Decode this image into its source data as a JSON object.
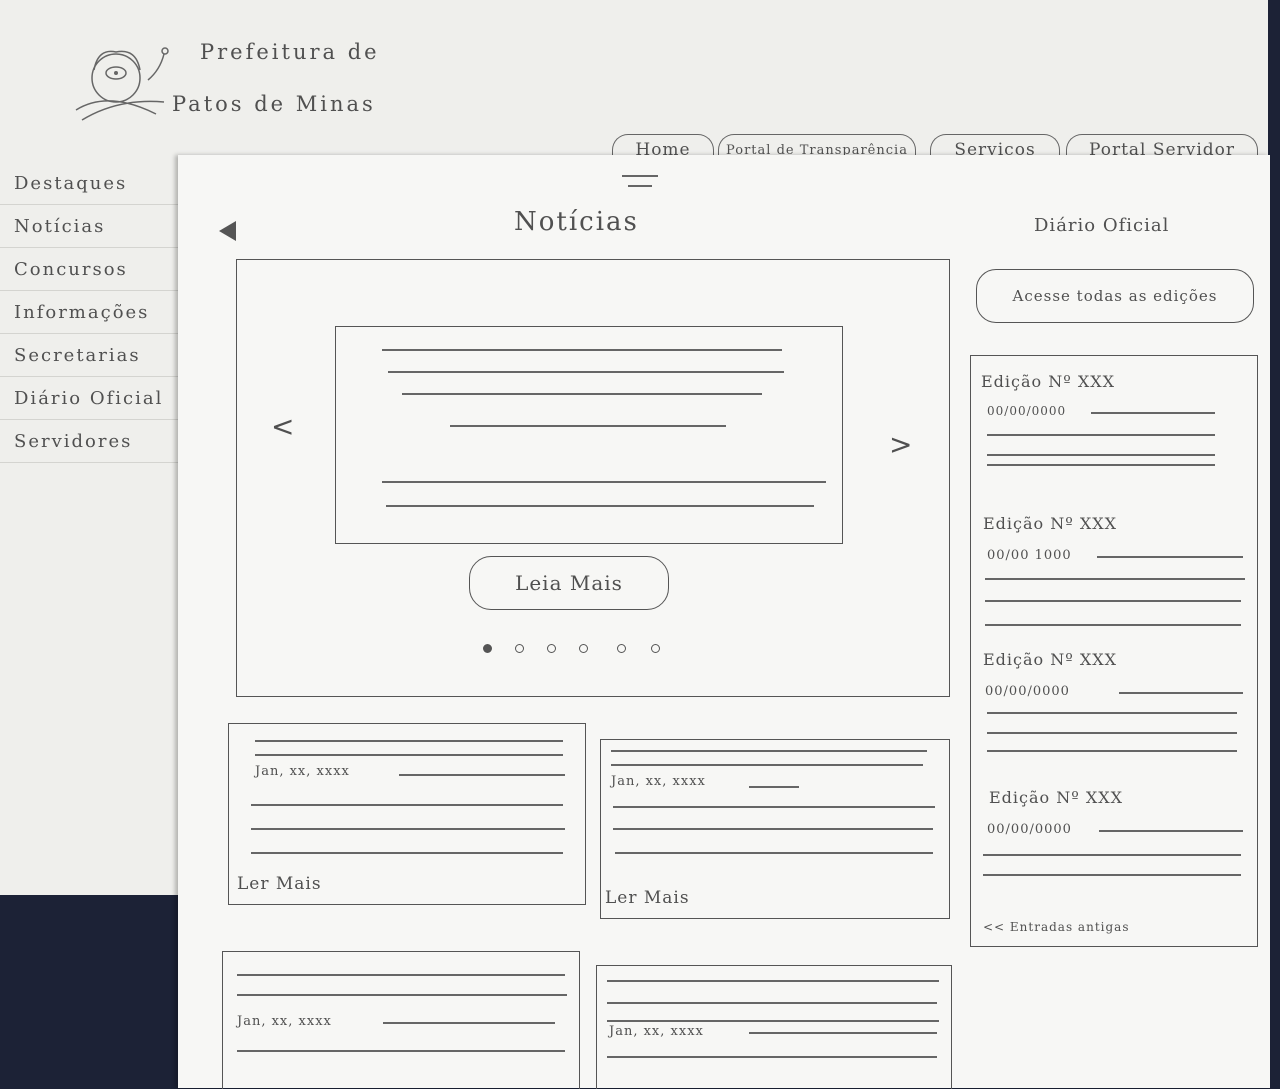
{
  "site": {
    "title_line1": "Prefeitura de",
    "title_line2": "Patos de Minas"
  },
  "tabs": [
    {
      "label": "Home"
    },
    {
      "label": "Portal de Transparência"
    },
    {
      "label": "Serviços"
    },
    {
      "label": "Portal Servidor"
    }
  ],
  "sidebar": {
    "items": [
      {
        "label": "Destaques"
      },
      {
        "label": "Notícias"
      },
      {
        "label": "Concursos"
      },
      {
        "label": "Informações"
      },
      {
        "label": "Secretarias"
      },
      {
        "label": "Diário Oficial"
      },
      {
        "label": "Servidores"
      }
    ]
  },
  "main": {
    "news_title": "Notícias",
    "carousel": {
      "prev": "<",
      "next": ">",
      "read_more": "Leia Mais",
      "slide_count": 6,
      "active_slide": 1
    },
    "cards": [
      {
        "date": "Jan, xx, xxxx",
        "read_more": "Ler Mais"
      },
      {
        "date": "Jan, xx, xxxx",
        "read_more": "Ler Mais"
      },
      {
        "date": "Jan, xx, xxxx"
      },
      {
        "date": "Jan, xx, xxxx"
      }
    ]
  },
  "diario": {
    "title": "Diário Oficial",
    "button": "Acesse todas as edições",
    "editions": [
      {
        "title": "Edição Nº XXX",
        "date": "00/00/0000"
      },
      {
        "title": "Edição Nº XXX",
        "date": "00/00 1000"
      },
      {
        "title": "Edição Nº XXX",
        "date": "00/00/0000"
      },
      {
        "title": "Edição Nº XXX",
        "date": "00/00/0000"
      }
    ],
    "older": "<< Entradas antigas"
  }
}
